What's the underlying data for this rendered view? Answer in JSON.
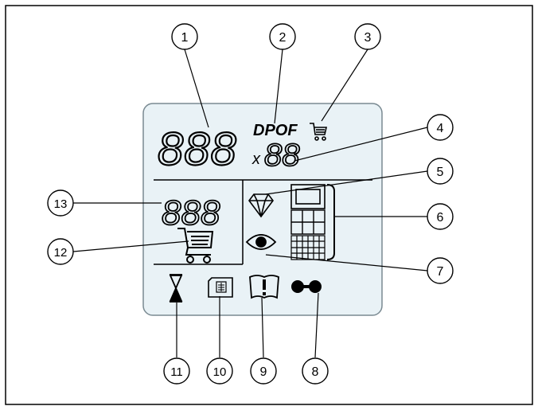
{
  "callouts": [
    {
      "n": "1"
    },
    {
      "n": "2"
    },
    {
      "n": "3"
    },
    {
      "n": "4"
    },
    {
      "n": "5"
    },
    {
      "n": "6"
    },
    {
      "n": "7"
    },
    {
      "n": "8"
    },
    {
      "n": "9"
    },
    {
      "n": "10"
    },
    {
      "n": "11"
    },
    {
      "n": "12"
    },
    {
      "n": "13"
    }
  ],
  "lcd": {
    "frame_counter": "888",
    "dpof_label": "DPOF",
    "multiplier_prefix": "x",
    "copies_counter": "88",
    "order_counter": "888"
  },
  "colors": {
    "lcd_background": "#e9f2f6",
    "lcd_border": "#7a8a92",
    "ink": "#000000"
  },
  "icons": [
    "shopping-cart-icon",
    "diamond-quality-icon",
    "preview-eye-icon",
    "layout-1up-icon",
    "layout-4up-icon",
    "layout-16up-icon",
    "hourglass-icon",
    "memory-card-icon",
    "warning-book-icon",
    "usb-link-icon",
    "large-shopping-cart-icon"
  ]
}
